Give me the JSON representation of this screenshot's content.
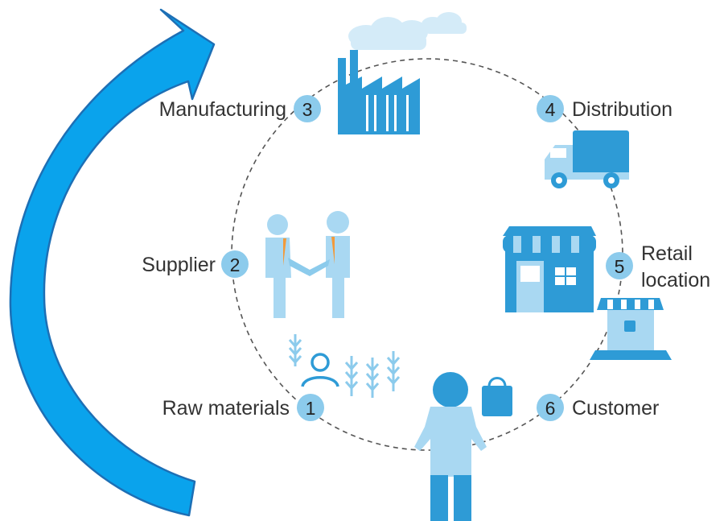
{
  "stages": [
    {
      "number": "1",
      "label": "Raw materials"
    },
    {
      "number": "2",
      "label": "Supplier"
    },
    {
      "number": "3",
      "label": "Manufacturing"
    },
    {
      "number": "4",
      "label": "Distribution"
    },
    {
      "number": "5",
      "label_line1": "Retail",
      "label_line2": "location"
    },
    {
      "number": "6",
      "label": "Customer"
    }
  ],
  "colors": {
    "arrow": "#0aa3ec",
    "arrow_outline": "#1d6fb5",
    "badge": "#8ccbec",
    "icon_dark": "#2e9bd6",
    "icon_light": "#a9d8f2",
    "cloud": "#d4ebf8",
    "accent_orange": "#f29a3b",
    "dashed_circle": "#555555"
  },
  "icons": [
    "cycle-arrow-icon",
    "factory-icon",
    "delivery-truck-icon",
    "handshake-icon",
    "storefront-icon",
    "laptop-shop-icon",
    "wheat-icon",
    "farmer-icon",
    "customer-person-icon",
    "shopping-bag-icon"
  ]
}
